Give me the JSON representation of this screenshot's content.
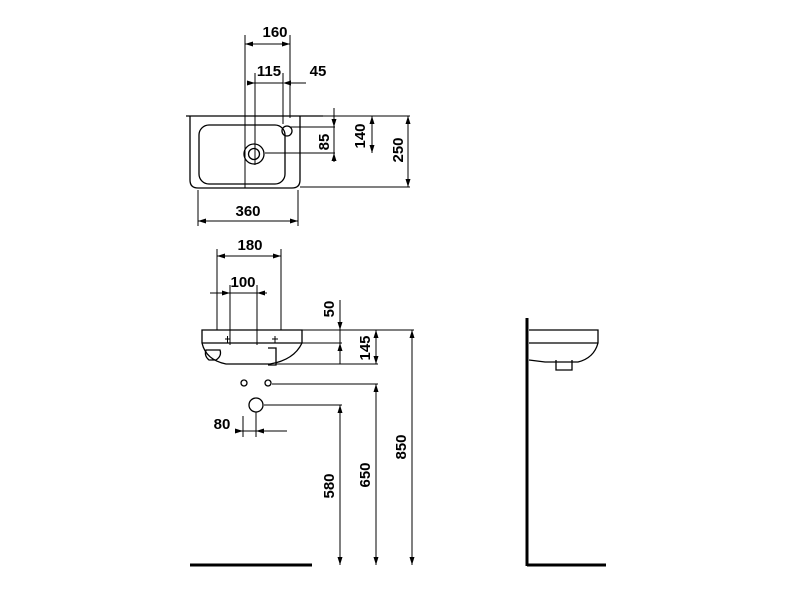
{
  "drawing": {
    "top_view": {
      "dim_tap_offset": "160",
      "dim_drain_offset": "115",
      "dim_tap_drain": "45",
      "dim_drain_from_back": "85",
      "dim_tap_from_back": "140",
      "dim_depth": "250",
      "dim_width": "360"
    },
    "front_view": {
      "dim_fixing_spacing": "180",
      "dim_inner_spacing": "100",
      "dim_rim_thickness": "50",
      "dim_bowl_height": "145",
      "dim_waste_offset": "80",
      "dim_waste_height": "580",
      "dim_supply_height": "650",
      "dim_rim_height": "850"
    },
    "side_view": {}
  }
}
